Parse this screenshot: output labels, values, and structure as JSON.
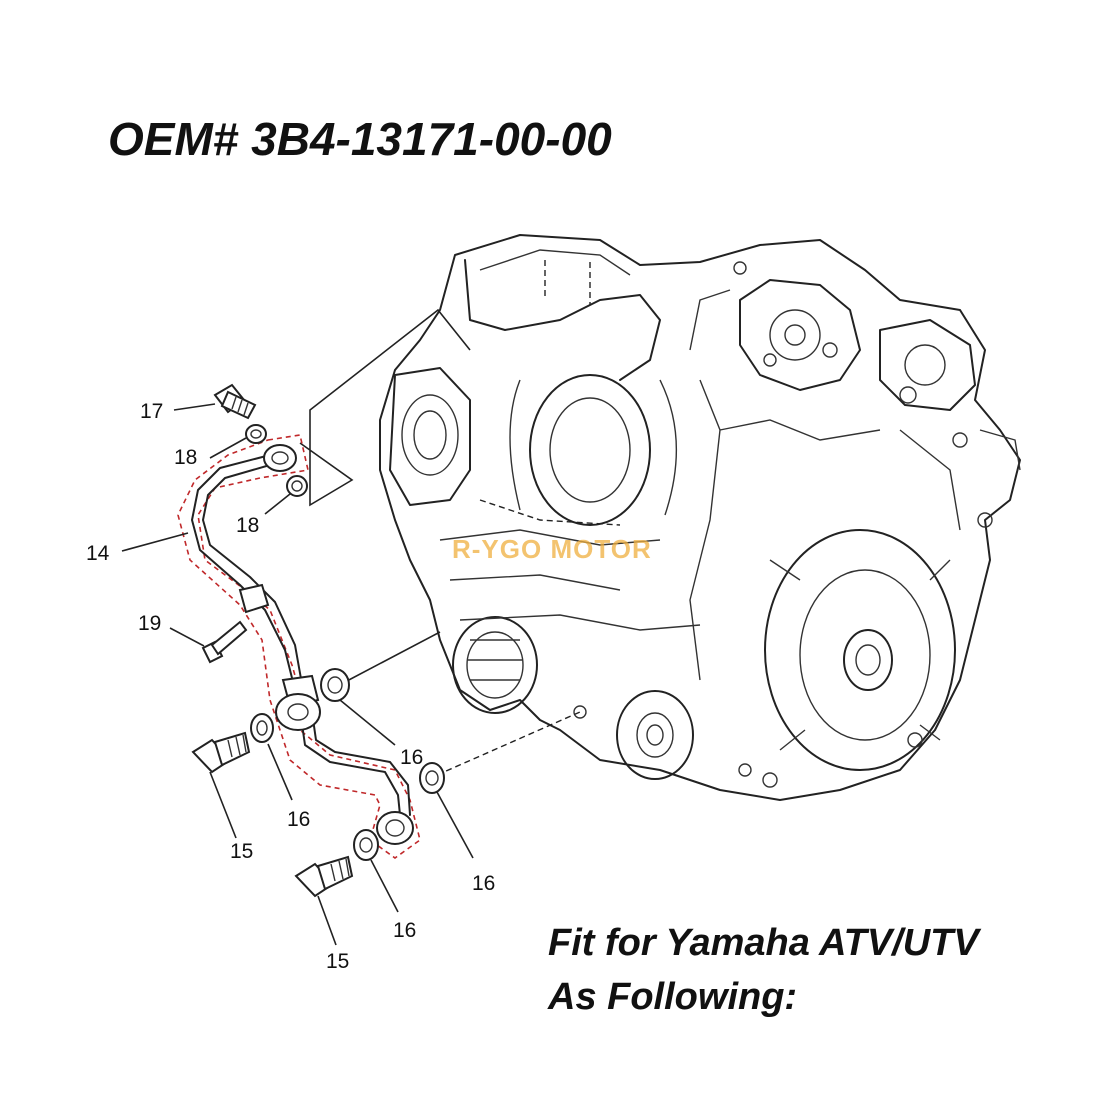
{
  "header": {
    "title": "OEM# 3B4-13171-00-00"
  },
  "fitment": {
    "line1": "Fit for Yamaha ATV/UTV",
    "line2": "As Following:"
  },
  "watermark": {
    "text": "R-YGO MOTOR",
    "color": "#f0b040"
  },
  "highlight_color": "#c0282a",
  "callouts": {
    "c17": "17",
    "c18a": "18",
    "c18b": "18",
    "c14": "14",
    "c19": "19",
    "c16a": "16",
    "c16b": "16",
    "c16c": "16",
    "c16d": "16",
    "c15a": "15",
    "c15b": "15"
  }
}
